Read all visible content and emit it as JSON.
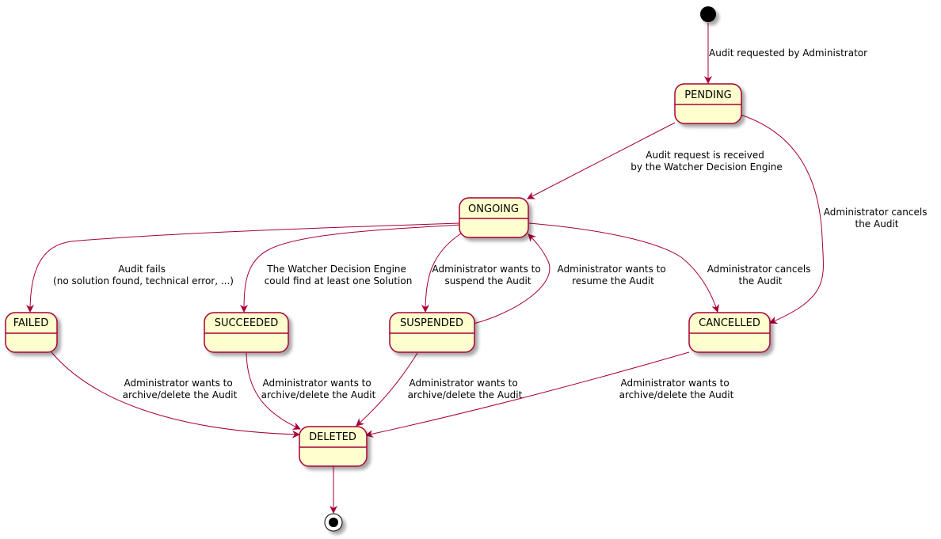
{
  "colors": {
    "state_fill": "#FEFECE",
    "border": "#A80036",
    "shadow": "#c8c8c8",
    "marker": "#000000"
  },
  "states": {
    "pending": "PENDING",
    "ongoing": "ONGOING",
    "failed": "FAILED",
    "succeeded": "SUCCEEDED",
    "suspended": "SUSPENDED",
    "cancelled": "CANCELLED",
    "deleted": "DELETED"
  },
  "transitions": {
    "start_to_pending": [
      "Audit requested by Administrator"
    ],
    "pending_to_ongoing": [
      "Audit request is received",
      "by the Watcher Decision Engine"
    ],
    "pending_to_cancelled": [
      "Administrator cancels",
      "the Audit"
    ],
    "ongoing_to_failed": [
      "Audit fails",
      "(no solution found, technical error, ...)"
    ],
    "ongoing_to_succeeded": [
      "The Watcher Decision Engine",
      "could find at least one Solution"
    ],
    "ongoing_to_suspended": [
      "Administrator wants to",
      "suspend the Audit"
    ],
    "suspended_to_ongoing": [
      "Administrator wants to",
      "resume the Audit"
    ],
    "ongoing_to_cancelled": [
      "Administrator cancels",
      "the Audit"
    ],
    "failed_to_deleted": [
      "Administrator wants to",
      "archive/delete the Audit"
    ],
    "succeeded_to_deleted": [
      "Administrator wants to",
      "archive/delete the Audit"
    ],
    "suspended_to_deleted": [
      "Administrator wants to",
      "archive/delete the Audit"
    ],
    "cancelled_to_deleted": [
      "Administrator wants to",
      "archive/delete the Audit"
    ]
  }
}
